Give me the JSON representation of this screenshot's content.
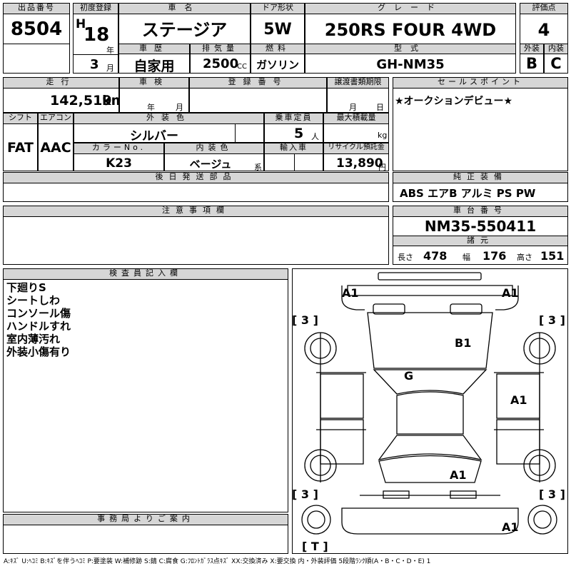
{
  "header": {
    "lot_no": {
      "label": "出品番号",
      "value": "8504"
    },
    "first_reg": {
      "label": "初度登録",
      "era": "H",
      "year": "18",
      "year_unit": "年",
      "month": "3",
      "month_unit": "月"
    },
    "car_name": {
      "label": "車名",
      "value": "ステージア"
    },
    "door": {
      "label": "ドア形状",
      "value": "5W"
    },
    "grade": {
      "label": "グレード",
      "value": "250RS FOUR 4WD"
    },
    "score": {
      "label": "評価点",
      "value": "4"
    },
    "history": {
      "label": "車歴",
      "value": "自家用"
    },
    "displacement": {
      "label": "排気量",
      "value": "2500",
      "unit": "CC"
    },
    "fuel": {
      "label": "燃料",
      "value": "ガソリン"
    },
    "model": {
      "label": "型式",
      "value": "GH-NM35"
    },
    "exterior": {
      "label": "外装",
      "value": "B"
    },
    "interior": {
      "label": "内装",
      "value": "C"
    }
  },
  "details": {
    "mileage": {
      "label": "走行",
      "value": "142,519",
      "unit": "km"
    },
    "inspection": {
      "label": "車検",
      "year_unit": "年",
      "month_unit": "月"
    },
    "reg_no": {
      "label": "登録番号"
    },
    "transfer_deadline": {
      "label": "譲渡書類期限",
      "month_unit": "月",
      "day_unit": "日"
    },
    "shift": {
      "label": "シフト",
      "value": "FAT"
    },
    "aircon": {
      "label": "エアコン",
      "value": "AAC"
    },
    "ext_color": {
      "label": "外装色",
      "value": "シルバー"
    },
    "capacity": {
      "label": "乗車定員",
      "value": "5",
      "unit": "人"
    },
    "max_load": {
      "label": "最大積載量",
      "unit": "kg"
    },
    "color_no": {
      "label": "カラーNo.",
      "value": "K23"
    },
    "int_color": {
      "label": "内装色",
      "value": "ベージュ",
      "unit": "系"
    },
    "import": {
      "label": "輸入車"
    },
    "recycle": {
      "label": "リサイクル預託金",
      "value": "13,890",
      "unit": "円"
    }
  },
  "sales_point": {
    "label": "セールスポイント",
    "value": "★オークションデビュー★"
  },
  "later_parts": {
    "label": "後日発送部品"
  },
  "equipment": {
    "label": "純正装備",
    "value": "ABS エアB アルミ PS PW"
  },
  "caution": {
    "label": "注意事項欄"
  },
  "chassis": {
    "label": "車台番号",
    "value": "NM35-550411"
  },
  "specs": {
    "label": "諸元",
    "length": {
      "label": "長さ",
      "value": "478"
    },
    "width": {
      "label": "幅",
      "value": "176"
    },
    "height": {
      "label": "高さ",
      "value": "151"
    }
  },
  "inspector": {
    "label": "検査員記入欄",
    "notes": [
      "下廻りS",
      "シートしわ",
      "コンソール傷",
      "ハンドルすれ",
      "室内薄汚れ",
      "外装小傷有り"
    ]
  },
  "office": {
    "label": "事務局よりご案内"
  },
  "diagram": {
    "marks": {
      "front_left": "A1",
      "front_right": "A1",
      "hood": "B1",
      "roof": "G",
      "right_door": "A1",
      "rear": "A1",
      "rear_right": "A1"
    },
    "tires": {
      "fl": "[ 3 ]",
      "fr": "[ 3 ]",
      "rl": "[ 3 ]",
      "rr": "[ 3 ]",
      "spare": "[ T ]"
    }
  },
  "legend": "A:ｷｽﾞ U:ﾍｺﾐ B:ｷｽﾞを伴うﾍｺﾐ P:要塗装 W:補修跡 S:錆 C:腐食 G:ﾌﾛﾝﾄｶﾞﾗｽ点ｷｽﾞ XX:交換済み X:要交換 内・外装評価 5段階ﾗﾝｸ順(A・B・C・D・E) 1"
}
